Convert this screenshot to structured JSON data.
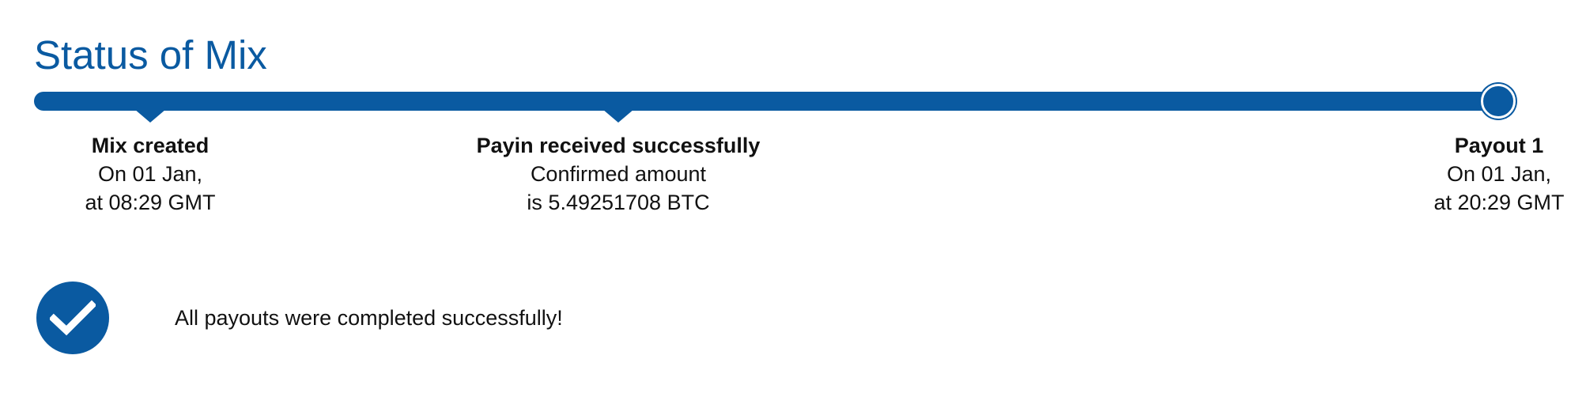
{
  "page": {
    "title": "Status of Mix"
  },
  "timeline": {
    "steps": [
      {
        "label": "Mix created",
        "line1": "On 01 Jan,",
        "line2": "at 08:29 GMT"
      },
      {
        "label": "Payin received successfully",
        "line1": "Confirmed amount",
        "line2": "is 5.49251708 BTC"
      },
      {
        "label": "Payout 1",
        "line1": "On 01 Jan,",
        "line2": "at 20:29 GMT"
      }
    ],
    "progress": 1.0
  },
  "status": {
    "message": "All payouts were completed successfully!",
    "icon": "check-circle-icon"
  },
  "colors": {
    "accent": "#0a5aa1",
    "text": "#111111",
    "background": "#ffffff"
  }
}
